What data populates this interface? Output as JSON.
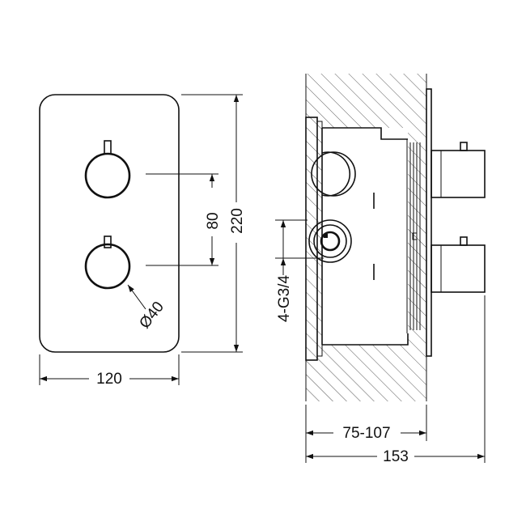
{
  "front_view": {
    "width_label": "120",
    "height_label": "220",
    "knob_spacing_label": "80",
    "knob_diameter_label": "Ø40"
  },
  "side_view": {
    "connection_label": "4-G3/4",
    "install_depth_label": "75-107",
    "total_depth_label": "153"
  }
}
